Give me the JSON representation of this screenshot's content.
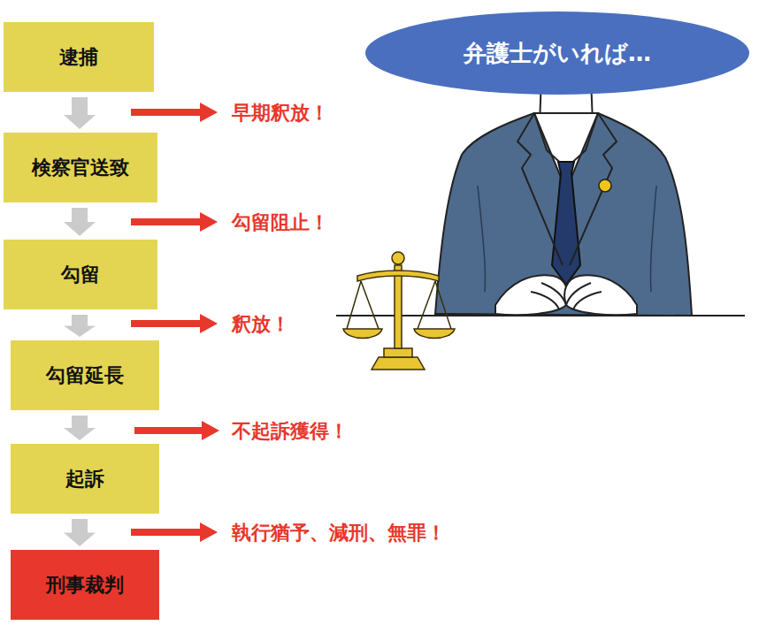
{
  "diagram": {
    "nodes": [
      {
        "text": [
          "逮捕"
        ]
      },
      {
        "text": [
          "検察官送致"
        ]
      },
      {
        "text": [
          "勾留"
        ]
      },
      {
        "text": [
          "勾留延長"
        ]
      },
      {
        "text": [
          "起訴"
        ]
      },
      {
        "text": [
          "刑事裁判"
        ]
      },
      {
        "text": [
          "弁護士がいれば…"
        ]
      }
    ],
    "edges": [
      {
        "from": 0,
        "to": 1,
        "arrow": "to"
      },
      {
        "from": 1,
        "to": 2,
        "arrow": "to"
      },
      {
        "from": 2,
        "to": 3,
        "arrow": "to"
      },
      {
        "from": 3,
        "to": 4,
        "arrow": "to"
      },
      {
        "from": 4,
        "to": 5,
        "arrow": "to"
      }
    ],
    "labels": [
      "早期釈放！",
      "勾留阻止！",
      "釈放！",
      "不起訴獲得！",
      "執行猶予、減刑、無罪！"
    ]
  }
}
